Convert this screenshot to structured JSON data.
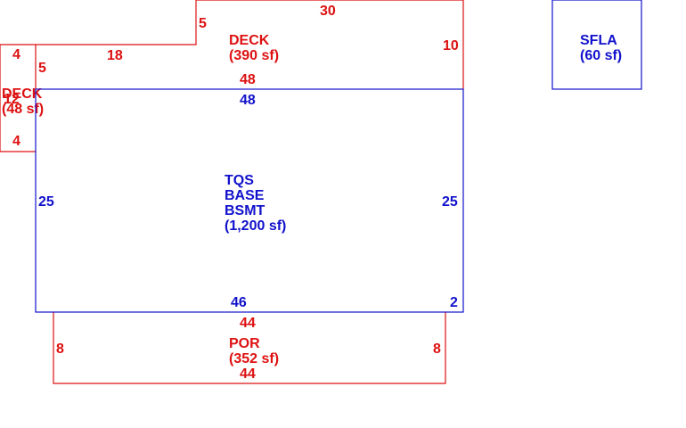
{
  "colors": {
    "red": "#dd1111",
    "blue": "#1111cc"
  },
  "areas": {
    "main": {
      "lines": [
        "TQS",
        "BASE",
        "BSMT",
        "(1,200 sf)"
      ],
      "dims": {
        "top_outer": "48",
        "top_inner": "48",
        "left": "25",
        "right": "25",
        "bottom": "46",
        "bottom_right": "2"
      }
    },
    "deck_large": {
      "lines": [
        "DECK",
        "(390 sf)"
      ],
      "dims": {
        "top": "30",
        "step_vertical": "5",
        "left_top": "18",
        "right": "10",
        "left_vertical": "5"
      }
    },
    "deck_small": {
      "lines": [
        "DECK",
        "(48 sf)"
      ],
      "dims": {
        "top": "4",
        "bottom": "4",
        "side": "12"
      }
    },
    "porch": {
      "lines": [
        "POR",
        "(352 sf)"
      ],
      "dims": {
        "top": "44",
        "bottom": "44",
        "left": "8",
        "right": "8"
      }
    },
    "sfla": {
      "lines": [
        "SFLA",
        "(60 sf)"
      ]
    }
  }
}
